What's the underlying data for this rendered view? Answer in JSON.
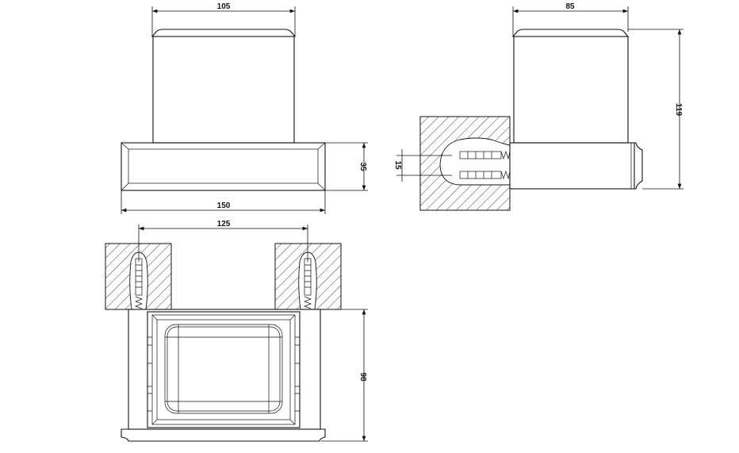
{
  "dimensions": {
    "front_cup_width": "105",
    "front_base_width": "150",
    "front_base_height": "35",
    "side_cup_depth": "85",
    "side_total_height": "119",
    "anchor_spacing_vertical": "15",
    "plan_anchor_spacing": "125",
    "plan_depth": "98"
  },
  "colors": {
    "line": "#111111",
    "background": "#ffffff"
  }
}
